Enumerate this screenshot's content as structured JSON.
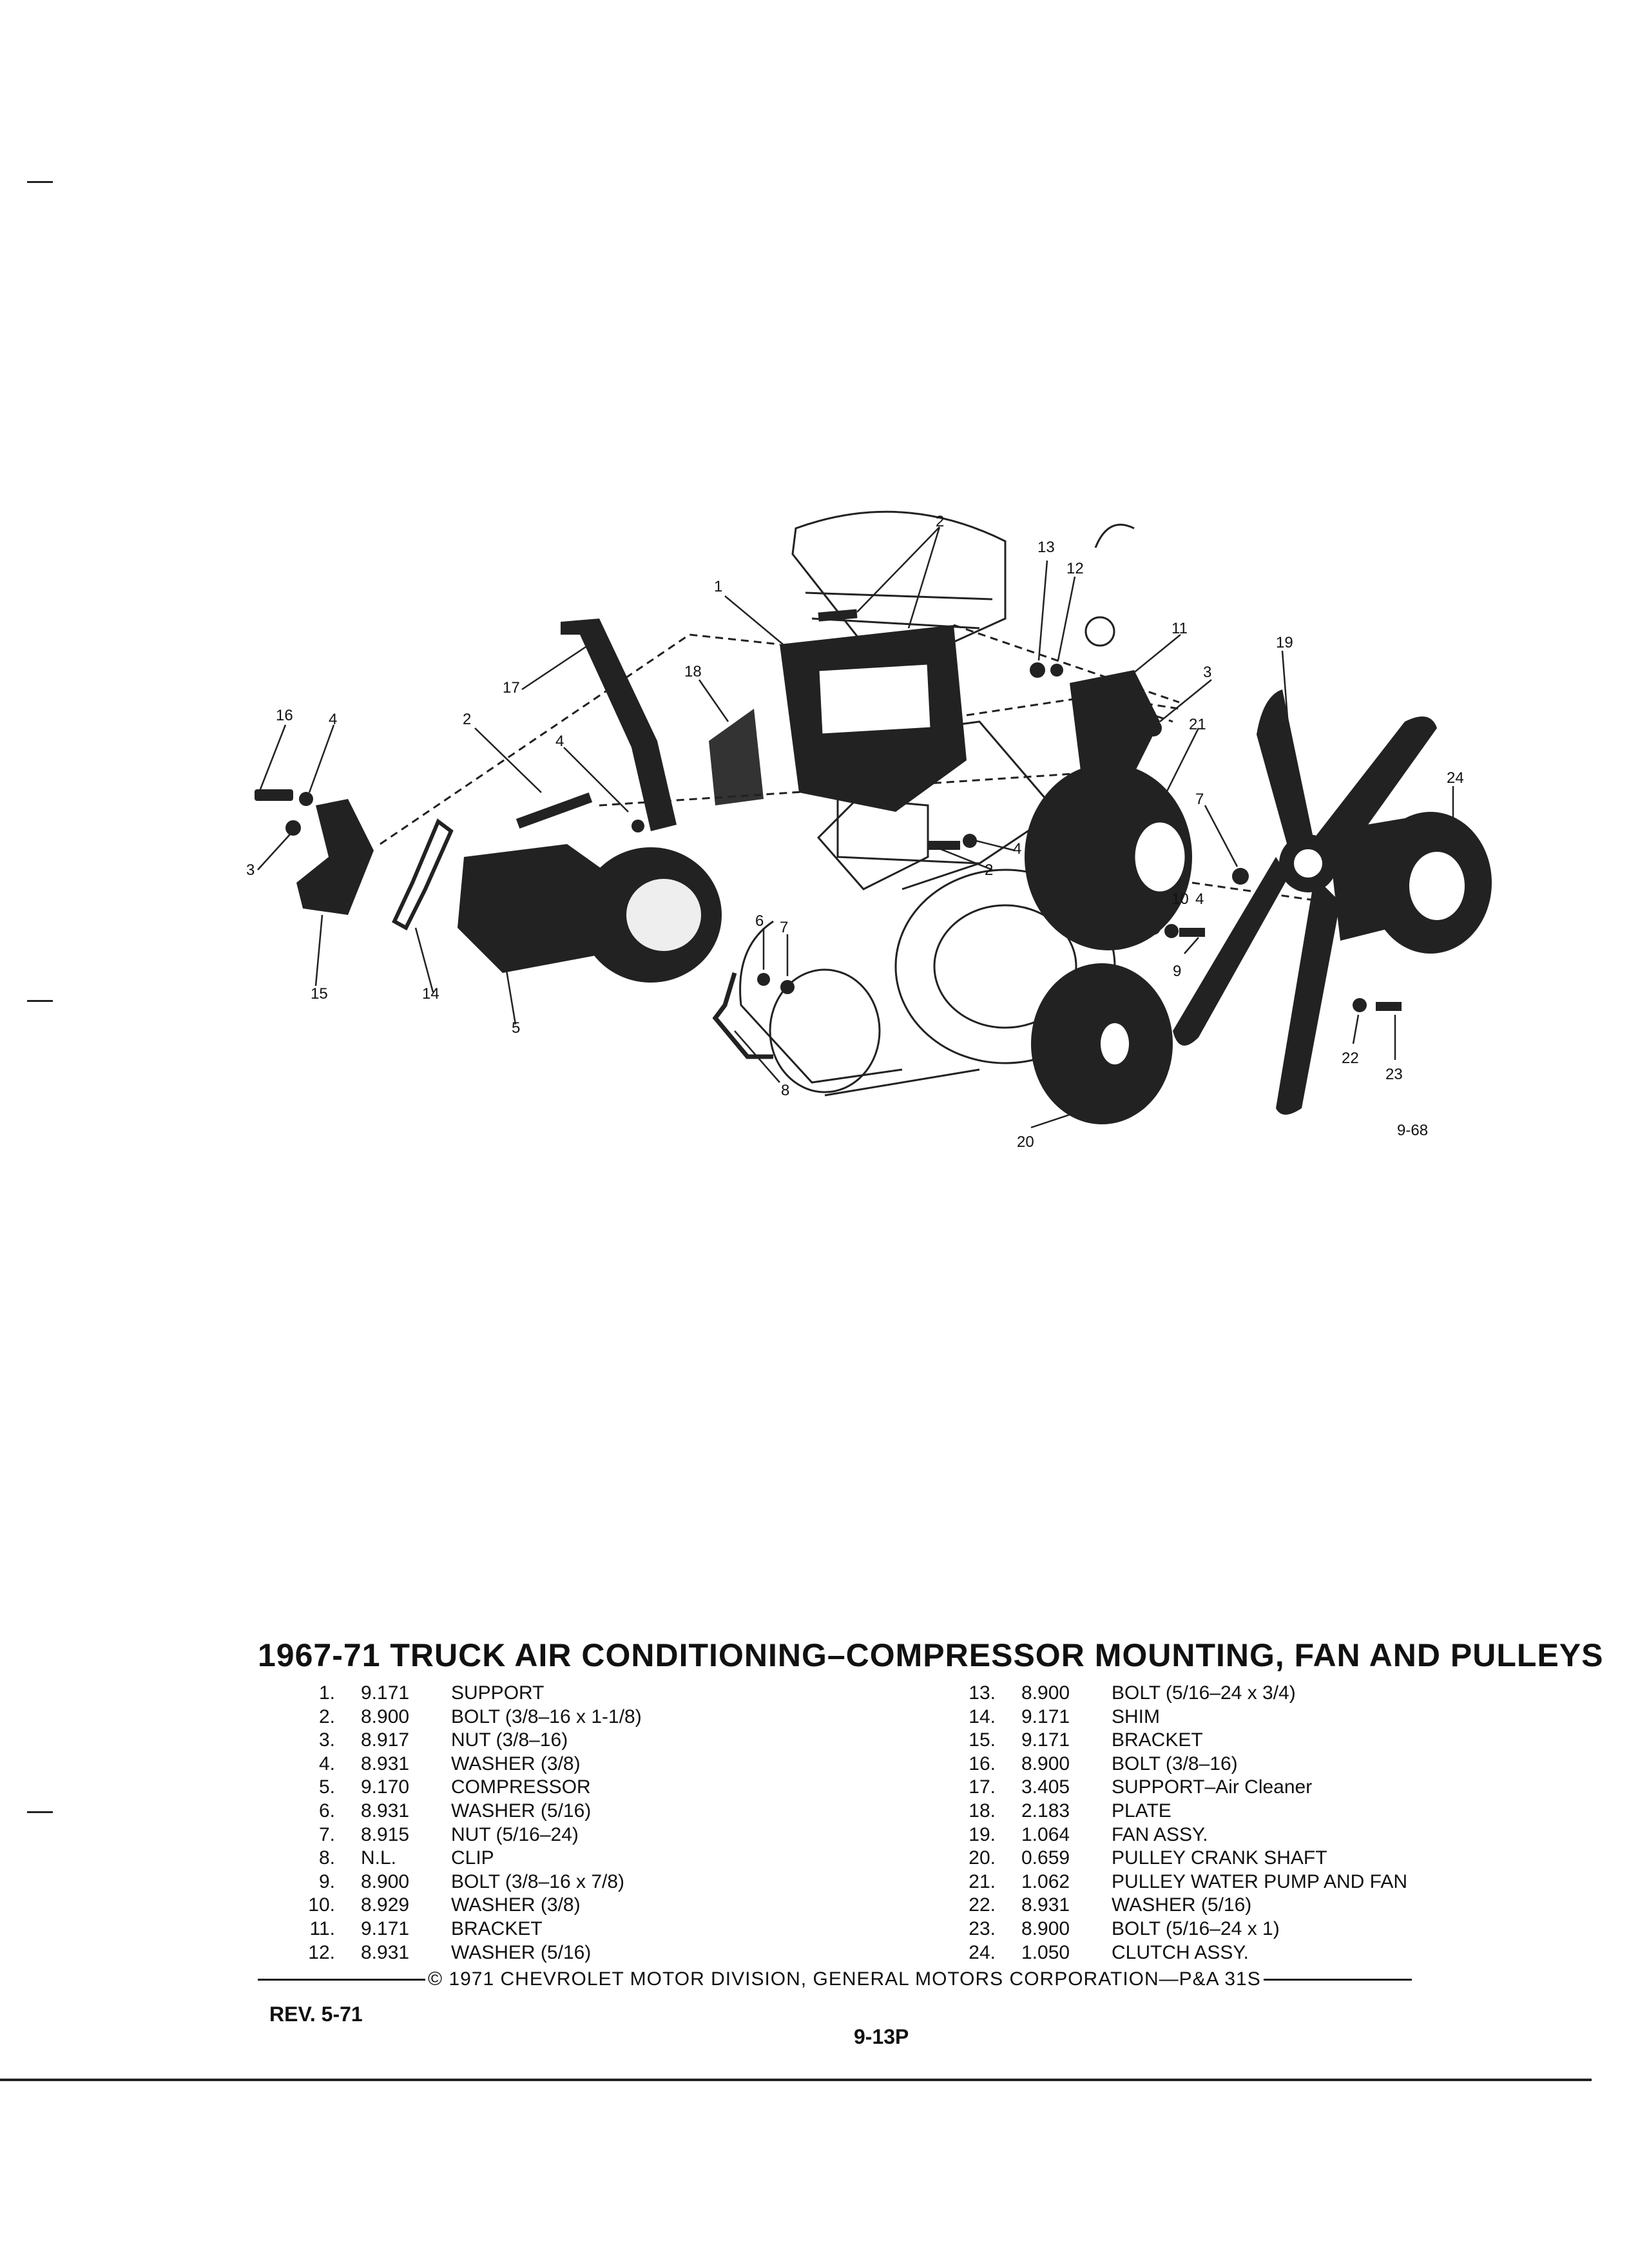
{
  "figure": {
    "number": "9-68",
    "callouts": [
      "1",
      "2",
      "2",
      "2",
      "3",
      "3",
      "4",
      "4",
      "4",
      "4",
      "5",
      "6",
      "7",
      "7",
      "8",
      "9",
      "10",
      "11",
      "12",
      "13",
      "14",
      "15",
      "16",
      "17",
      "18",
      "19",
      "20",
      "21",
      "22",
      "23",
      "24"
    ]
  },
  "title": "1967-71 TRUCK AIR CONDITIONING–COMPRESSOR MOUNTING, FAN AND PULLEYS",
  "parts": [
    {
      "num": "1.",
      "code": "9.171",
      "desc": "SUPPORT"
    },
    {
      "num": "2.",
      "code": "8.900",
      "desc": "BOLT (3/8–16 x 1-1/8)"
    },
    {
      "num": "3.",
      "code": "8.917",
      "desc": "NUT (3/8–16)"
    },
    {
      "num": "4.",
      "code": "8.931",
      "desc": "WASHER (3/8)"
    },
    {
      "num": "5.",
      "code": "9.170",
      "desc": "COMPRESSOR"
    },
    {
      "num": "6.",
      "code": "8.931",
      "desc": "WASHER (5/16)"
    },
    {
      "num": "7.",
      "code": "8.915",
      "desc": "NUT (5/16–24)"
    },
    {
      "num": "8.",
      "code": "N.L.",
      "desc": "CLIP"
    },
    {
      "num": "9.",
      "code": "8.900",
      "desc": "BOLT (3/8–16 x 7/8)"
    },
    {
      "num": "10.",
      "code": "8.929",
      "desc": "WASHER (3/8)"
    },
    {
      "num": "11.",
      "code": "9.171",
      "desc": "BRACKET"
    },
    {
      "num": "12.",
      "code": "8.931",
      "desc": "WASHER (5/16)"
    },
    {
      "num": "13.",
      "code": "8.900",
      "desc": "BOLT (5/16–24 x 3/4)"
    },
    {
      "num": "14.",
      "code": "9.171",
      "desc": "SHIM"
    },
    {
      "num": "15.",
      "code": "9.171",
      "desc": "BRACKET"
    },
    {
      "num": "16.",
      "code": "8.900",
      "desc": "BOLT (3/8–16)"
    },
    {
      "num": "17.",
      "code": "3.405",
      "desc": "SUPPORT–Air Cleaner"
    },
    {
      "num": "18.",
      "code": "2.183",
      "desc": "PLATE"
    },
    {
      "num": "19.",
      "code": "1.064",
      "desc": "FAN ASSY."
    },
    {
      "num": "20.",
      "code": "0.659",
      "desc": "PULLEY CRANK SHAFT"
    },
    {
      "num": "21.",
      "code": "1.062",
      "desc": "PULLEY WATER PUMP AND FAN"
    },
    {
      "num": "22.",
      "code": "8.931",
      "desc": "WASHER (5/16)"
    },
    {
      "num": "23.",
      "code": "8.900",
      "desc": "BOLT (5/16–24 x 1)"
    },
    {
      "num": "24.",
      "code": "1.050",
      "desc": "CLUTCH ASSY."
    }
  ],
  "footer": {
    "copyright": "© 1971 CHEVROLET MOTOR DIVISION, GENERAL MOTORS CORPORATION—P&A 31S",
    "revision": "REV. 5-71",
    "page_number": "9-13P"
  }
}
